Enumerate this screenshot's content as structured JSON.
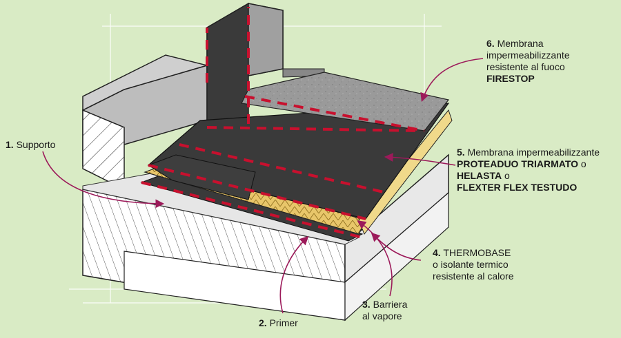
{
  "labels": {
    "l1": {
      "num": "1.",
      "text": "Supporto"
    },
    "l2": {
      "num": "2.",
      "text": "Primer"
    },
    "l3": {
      "num": "3.",
      "line1": "Barriera",
      "line2": "al vapore"
    },
    "l4": {
      "num": "4.",
      "line1": "THERMOBASE",
      "line2": "o isolante termico",
      "line3": "resistente al calore"
    },
    "l5": {
      "num": "5.",
      "line1": "Membrana impermeabilizzante",
      "p1": "PROTEADUO TRIARMATO",
      "s1": " o",
      "p2": "HELASTA",
      "s2": " o",
      "p3": "FLEXTER FLEX TESTUDO"
    },
    "l6": {
      "num": "6.",
      "line1": "Membrana",
      "line2": "impermeabilizzante",
      "line3": "resistente al fuoco",
      "line4": "FIRESTOP"
    }
  },
  "colors": {
    "background": "#d9ebc5",
    "membrane": "#3a3a3a",
    "firestop": "#8c8c8c",
    "insulation": "#e8c66a",
    "stripe": "#c8102e",
    "arrow": "#9c1a5a",
    "concrete": "#bdbdbd"
  }
}
